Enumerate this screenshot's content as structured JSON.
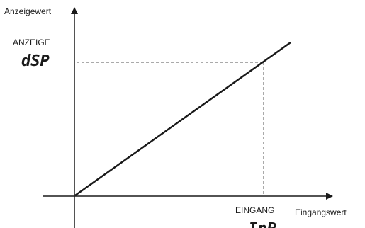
{
  "diagram": {
    "y_axis_label": "Anzeigewert",
    "x_axis_label": "Eingangswert",
    "display_label": "ANZEIGE",
    "display_symbol": "dSP",
    "input_label": "EINGANG",
    "input_symbol": "InP",
    "colors": {
      "line": "#1a1a1a",
      "dashed": "#555555"
    }
  }
}
